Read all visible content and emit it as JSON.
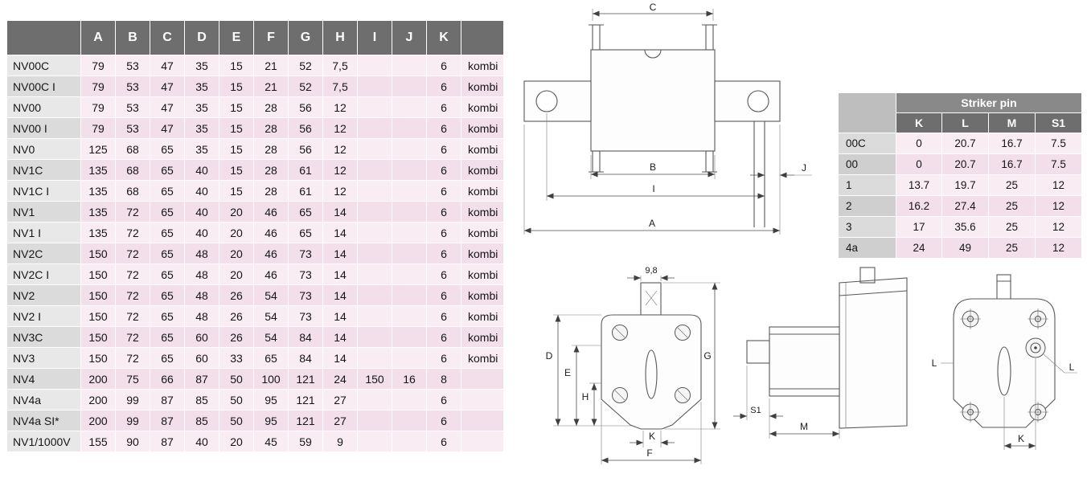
{
  "main_table": {
    "headers": [
      "A",
      "B",
      "C",
      "D",
      "E",
      "F",
      "G",
      "H",
      "I",
      "J",
      "K"
    ],
    "rows": [
      {
        "label": "NV00C",
        "values": [
          "79",
          "53",
          "47",
          "35",
          "15",
          "21",
          "52",
          "7,5",
          "",
          "",
          "6"
        ],
        "note": "kombi"
      },
      {
        "label": "NV00C I",
        "values": [
          "79",
          "53",
          "47",
          "35",
          "15",
          "21",
          "52",
          "7,5",
          "",
          "",
          "6"
        ],
        "note": "kombi"
      },
      {
        "label": "NV00",
        "values": [
          "79",
          "53",
          "47",
          "35",
          "15",
          "28",
          "56",
          "12",
          "",
          "",
          "6"
        ],
        "note": "kombi"
      },
      {
        "label": "NV00 I",
        "values": [
          "79",
          "53",
          "47",
          "35",
          "15",
          "28",
          "56",
          "12",
          "",
          "",
          "6"
        ],
        "note": "kombi"
      },
      {
        "label": "NV0",
        "values": [
          "125",
          "68",
          "65",
          "35",
          "15",
          "28",
          "56",
          "12",
          "",
          "",
          "6"
        ],
        "note": "kombi"
      },
      {
        "label": "NV1C",
        "values": [
          "135",
          "68",
          "65",
          "40",
          "15",
          "28",
          "61",
          "12",
          "",
          "",
          "6"
        ],
        "note": "kombi"
      },
      {
        "label": "NV1C I",
        "values": [
          "135",
          "68",
          "65",
          "40",
          "15",
          "28",
          "61",
          "12",
          "",
          "",
          "6"
        ],
        "note": "kombi"
      },
      {
        "label": "NV1",
        "values": [
          "135",
          "72",
          "65",
          "40",
          "20",
          "46",
          "65",
          "14",
          "",
          "",
          "6"
        ],
        "note": "kombi"
      },
      {
        "label": "NV1 I",
        "values": [
          "135",
          "72",
          "65",
          "40",
          "20",
          "46",
          "65",
          "14",
          "",
          "",
          "6"
        ],
        "note": "kombi"
      },
      {
        "label": "NV2C",
        "values": [
          "150",
          "72",
          "65",
          "48",
          "20",
          "46",
          "73",
          "14",
          "",
          "",
          "6"
        ],
        "note": "kombi"
      },
      {
        "label": "NV2C I",
        "values": [
          "150",
          "72",
          "65",
          "48",
          "20",
          "46",
          "73",
          "14",
          "",
          "",
          "6"
        ],
        "note": "kombi"
      },
      {
        "label": "NV2",
        "values": [
          "150",
          "72",
          "65",
          "48",
          "26",
          "54",
          "73",
          "14",
          "",
          "",
          "6"
        ],
        "note": "kombi"
      },
      {
        "label": "NV2 I",
        "values": [
          "150",
          "72",
          "65",
          "48",
          "26",
          "54",
          "73",
          "14",
          "",
          "",
          "6"
        ],
        "note": "kombi"
      },
      {
        "label": "NV3C",
        "values": [
          "150",
          "72",
          "65",
          "60",
          "26",
          "54",
          "84",
          "14",
          "",
          "",
          "6"
        ],
        "note": "kombi"
      },
      {
        "label": "NV3",
        "values": [
          "150",
          "72",
          "65",
          "60",
          "33",
          "65",
          "84",
          "14",
          "",
          "",
          "6"
        ],
        "note": "kombi"
      },
      {
        "label": "NV4",
        "values": [
          "200",
          "75",
          "66",
          "87",
          "50",
          "100",
          "121",
          "24",
          "150",
          "16",
          "8"
        ],
        "note": ""
      },
      {
        "label": "NV4a",
        "values": [
          "200",
          "99",
          "87",
          "85",
          "50",
          "95",
          "121",
          "27",
          "",
          "",
          "6"
        ],
        "note": ""
      },
      {
        "label": "NV4a SI*",
        "values": [
          "200",
          "99",
          "87",
          "85",
          "50",
          "95",
          "121",
          "27",
          "",
          "",
          "6"
        ],
        "note": ""
      },
      {
        "label": "NV1/1000V",
        "values": [
          "155",
          "90",
          "87",
          "40",
          "20",
          "45",
          "59",
          "9",
          "",
          "",
          "6"
        ],
        "note": ""
      }
    ]
  },
  "striker_table": {
    "title": "Striker pin",
    "headers": [
      "K",
      "L",
      "M",
      "S1"
    ],
    "rows": [
      {
        "label": "00C",
        "values": [
          "0",
          "20.7",
          "16.7",
          "7.5"
        ]
      },
      {
        "label": "00",
        "values": [
          "0",
          "20.7",
          "16.7",
          "7.5"
        ]
      },
      {
        "label": "1",
        "values": [
          "13.7",
          "19.7",
          "25",
          "12"
        ]
      },
      {
        "label": "2",
        "values": [
          "16.2",
          "27.4",
          "25",
          "12"
        ]
      },
      {
        "label": "3",
        "values": [
          "17",
          "35.6",
          "25",
          "12"
        ]
      },
      {
        "label": "4a",
        "values": [
          "24",
          "49",
          "25",
          "12"
        ]
      }
    ]
  },
  "diagram": {
    "top_view": {
      "C": "C",
      "B": "B",
      "I": "I",
      "A": "A",
      "J": "J"
    },
    "front_view": {
      "tab_width": "9,8",
      "D": "D",
      "E": "E",
      "H": "H",
      "G": "G",
      "K": "K",
      "F": "F"
    },
    "side_view": {
      "S1": "S1",
      "M": "M"
    },
    "rear_view": {
      "L_left": "L",
      "L_right": "L",
      "K": "K"
    }
  },
  "colors": {
    "header_bg": "#6f6e6e",
    "striker_title_bg": "#8a8989",
    "row_pink_light": "#f9ecf3",
    "row_pink_dark": "#f2dfea",
    "row_gray_light": "#e9e8e8",
    "row_gray_dark": "#dcdbdb"
  }
}
